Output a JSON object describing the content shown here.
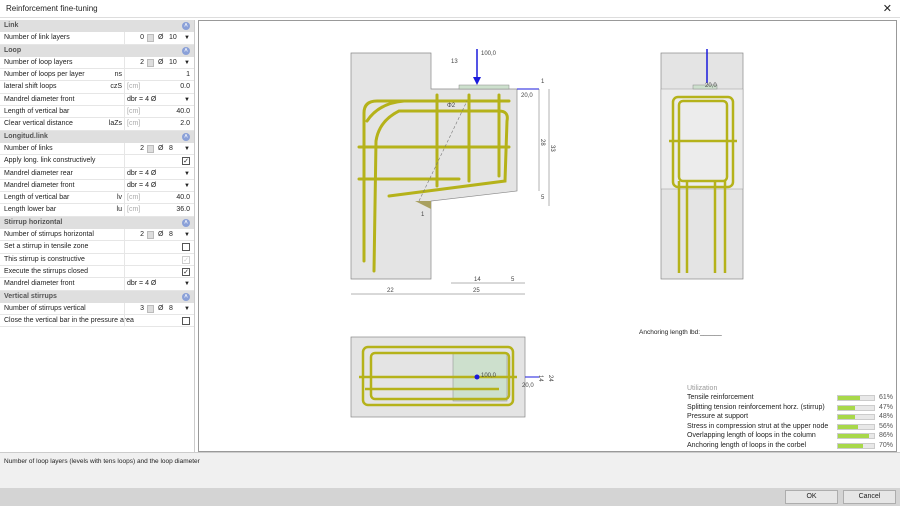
{
  "window": {
    "title": "Reinforcement fine-tuning",
    "close": "✕"
  },
  "sections": [
    {
      "title": "Link",
      "rows": [
        {
          "type": "spin",
          "label": "Number of link layers",
          "value": "0",
          "diam": "10"
        }
      ]
    },
    {
      "title": "Loop",
      "rows": [
        {
          "type": "spin",
          "label": "Number of loop layers",
          "value": "2",
          "diam": "10"
        },
        {
          "type": "value",
          "label": "Number of loops per layer",
          "symbol": "ns",
          "unit": "",
          "value": "1"
        },
        {
          "type": "value",
          "label": "lateral shift loops",
          "symbol": "czS",
          "unit": "[cm]",
          "value": "0.0"
        },
        {
          "type": "dropdown",
          "label": "Mandrel diameter front",
          "value": "dbr = 4 Ø"
        },
        {
          "type": "value",
          "label": "Length of vertical bar",
          "symbol": "",
          "unit": "[cm]",
          "value": "40.0"
        },
        {
          "type": "value",
          "label": "Clear vertical distance",
          "symbol": "laZs",
          "unit": "[cm]",
          "value": "2.0"
        }
      ]
    },
    {
      "title": "Longitud.link",
      "rows": [
        {
          "type": "spin",
          "label": "Number of links",
          "value": "2",
          "diam": "8"
        },
        {
          "type": "check",
          "label": "Apply long. link constructively",
          "checked": true
        },
        {
          "type": "dropdown",
          "label": "Mandrel diameter rear",
          "value": "dbr = 4 Ø"
        },
        {
          "type": "dropdown",
          "label": "Mandrel diameter front",
          "value": "dbr = 4 Ø"
        },
        {
          "type": "value",
          "label": "Length of vertical bar",
          "symbol": "lv",
          "unit": "[cm]",
          "value": "40.0"
        },
        {
          "type": "value",
          "label": "Length lower bar",
          "symbol": "lu",
          "unit": "[cm]",
          "value": "36.0"
        }
      ]
    },
    {
      "title": "Stirrup horizontal",
      "rows": [
        {
          "type": "spin",
          "label": "Number of stirrups horizontal",
          "value": "2",
          "diam": "8"
        },
        {
          "type": "check",
          "label": "Set a stirrup in tensile zone",
          "checked": false
        },
        {
          "type": "check",
          "label": "This stirrup is constructive",
          "checked": true,
          "disabled": true
        },
        {
          "type": "check",
          "label": "Execute the stirrups closed",
          "checked": true
        },
        {
          "type": "dropdown",
          "label": "Mandrel diameter front",
          "value": "dbr = 4 Ø"
        }
      ]
    },
    {
      "title": "Vertical stirrups",
      "rows": [
        {
          "type": "spin",
          "label": "Number of stirrups vertical",
          "value": "3",
          "diam": "8"
        },
        {
          "type": "check",
          "label": "Close the vertical bar in the pressure area",
          "checked": false
        }
      ]
    }
  ],
  "diameter_symbol": "Ø",
  "drawing": {
    "side": {
      "load": "100,0",
      "hload": "20,0",
      "d13": "13",
      "d28": "28",
      "d33": "33",
      "d1": "1",
      "d5": "5",
      "d14": "14",
      "d5b": "5",
      "d22": "22",
      "d25": "25",
      "phi2": "Φ2",
      "node": "1"
    },
    "front": {
      "hload": "20,0"
    },
    "plan": {
      "load": "100,0",
      "hload": "20,0",
      "d14": "14",
      "d24": "24"
    },
    "anchoring_label": "Anchoring length lbd:______"
  },
  "utilization": {
    "title": "Utilization",
    "items": [
      {
        "label": "Tensile reinforcement",
        "percent": 61
      },
      {
        "label": "Splitting tension reinforcement horz. (stirrup)",
        "percent": 47
      },
      {
        "label": "Pressure at support",
        "percent": 48
      },
      {
        "label": "Stress in compression strut at the upper node",
        "percent": 56
      },
      {
        "label": "Overlapping length of loops in the column",
        "percent": 86
      },
      {
        "label": "Anchoring length of loops in the corbel",
        "percent": 70
      }
    ]
  },
  "description": "Number of loop layers (levels with tens  loops) and the loop diameter",
  "buttons": {
    "ok": "OK",
    "cancel": "Cancel"
  },
  "colors": {
    "rebar": "#b5b21a",
    "concrete": "#e4e4e4",
    "load": "#1a1adc",
    "utilization_fill": "#a8d84a"
  }
}
